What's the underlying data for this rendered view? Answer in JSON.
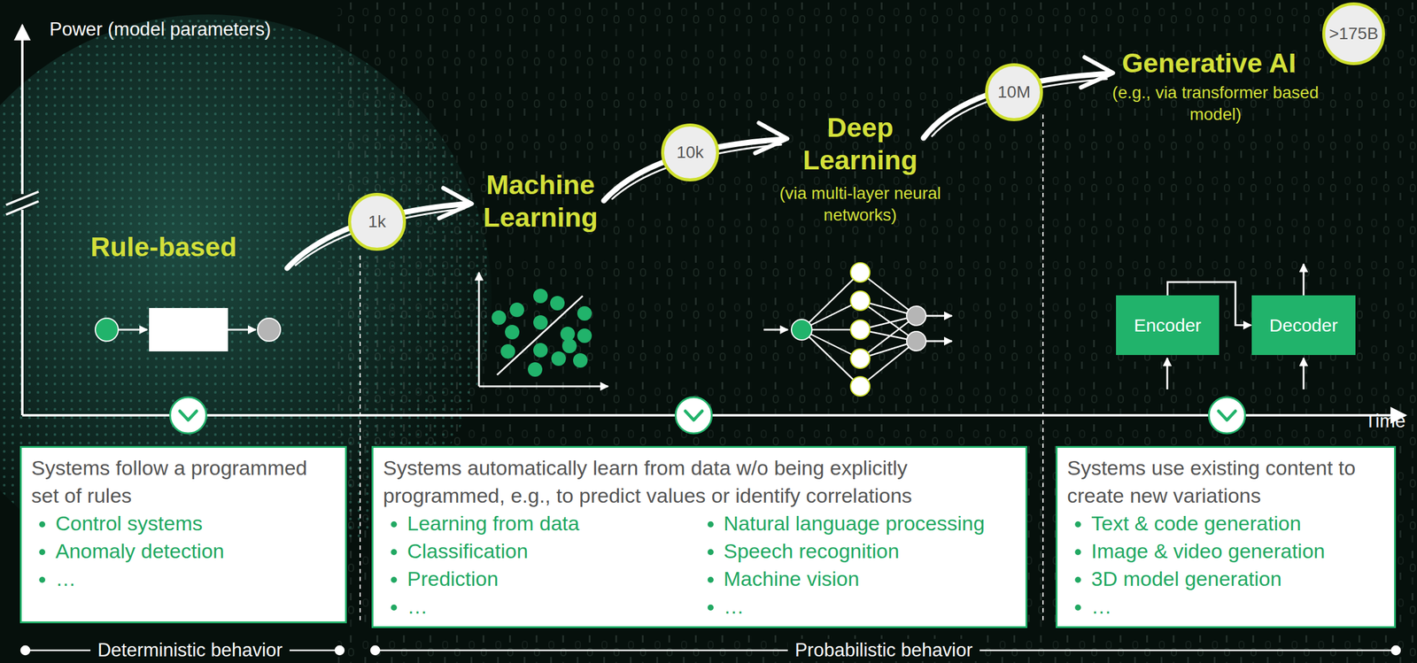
{
  "diagram": {
    "nodes": [
      {
        "text": [
          "1k"
        ]
      },
      {
        "text": [
          "10k"
        ]
      },
      {
        "text": [
          "10M"
        ]
      },
      {
        "text": [
          ">175B"
        ]
      },
      {
        "text": [
          "Encoder"
        ]
      },
      {
        "text": [
          "Decoder"
        ]
      },
      {
        "text": [
          "Systems follow a programmed set of rules",
          "Control systems",
          "Anomaly detection",
          "…"
        ]
      },
      {
        "text": [
          "Systems automatically learn from data w/o being explicitly programmed, e.g., to predict values or identify correlations",
          "Learning from data",
          "Classification",
          "Prediction",
          "…",
          "Natural language processing",
          "Speech recognition",
          "Machine vision",
          "…"
        ]
      },
      {
        "text": [
          "Systems use existing content to create new variations",
          "Text & code generation",
          "Image & video generation",
          "3D model generation",
          "…"
        ]
      }
    ],
    "edges": [
      {
        "from": 4,
        "to": 5,
        "arrow": "to"
      }
    ],
    "labels": [
      "Power (model parameters)",
      "Time",
      "Rule-based",
      "Machine Learning",
      "Deep Learning",
      "(via multi-layer neural networks)",
      "Generative AI",
      "(e.g., via transformer based model)",
      "Deterministic behavior",
      "Probabilistic behavior"
    ]
  }
}
